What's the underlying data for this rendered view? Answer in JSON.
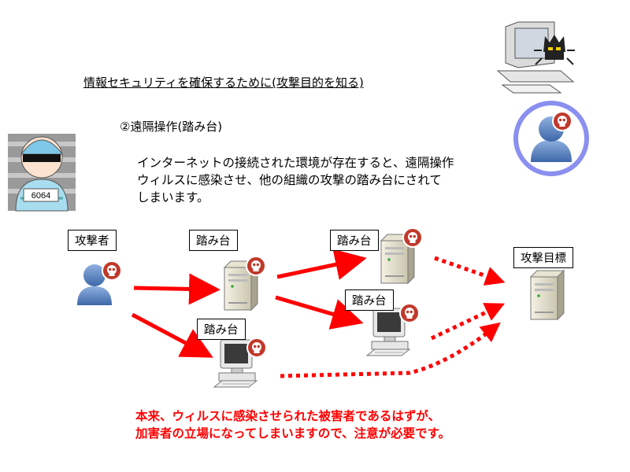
{
  "title": "情報セキュリティを確保するために(攻撃目的を知る)",
  "subtitle": "②遠隔操作(踏み台)",
  "description": [
    "インターネットの接続された環境が存在すると、遠隔操作",
    "ウィルスに感染させ、他の組織の攻撃の踏み台にされて",
    "しまいます。"
  ],
  "labels": {
    "attacker": "攻撃者",
    "stepping_stone": "踏み台",
    "target": "攻撃目標"
  },
  "prisoner_number": "6064",
  "warning": [
    "本来、ウィルスに感染させられた被害者であるはずが、",
    "加害者の立場になってしまいますので、注意が必要です。"
  ],
  "colors": {
    "attack_arrow": "#ff0000",
    "skull_badge": "#c0392b",
    "user_icon": "#5b84c4",
    "halo": "#8a8ff0",
    "warning_text": "#ff0000"
  },
  "icons": [
    "prisoner-icon",
    "computer-virus-icon",
    "infected-user-icon",
    "attacker-user-icon",
    "server-icon",
    "desktop-computer-icon",
    "skull-badge-icon",
    "target-server-icon"
  ]
}
